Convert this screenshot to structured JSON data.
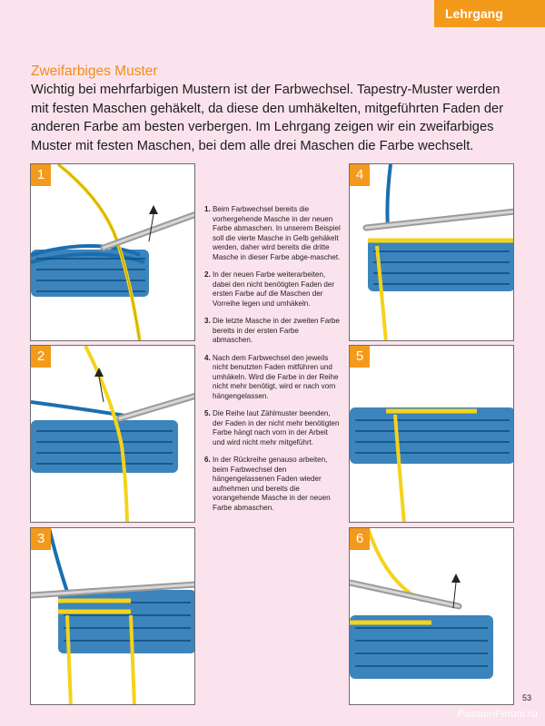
{
  "header": {
    "tab_label": "Lehrgang"
  },
  "article": {
    "heading": "Zweifarbiges Muster",
    "intro": "Wichtig bei mehrfarbigen Mustern ist der Farbwechsel. Tapestry-Muster werden mit festen Maschen gehäkelt, da diese den umhäkelten, mitgeführten Faden der anderen Farbe am besten verbergen. Im Lehrgang zeigen wir ein zweifarbiges Muster mit festen Maschen, bei dem alle drei Maschen die Farbe wechselt."
  },
  "figures": [
    {
      "number": "1"
    },
    {
      "number": "2"
    },
    {
      "number": "3"
    },
    {
      "number": "4"
    },
    {
      "number": "5"
    },
    {
      "number": "6"
    }
  ],
  "steps": [
    {
      "number": "1.",
      "text": "Beim Farbwechsel bereits die vorhergehende Masche in der neuen Farbe abmaschen. In unserem Beispiel soll die vierte Masche in Gelb gehäkelt werden, daher wird bereits die dritte Masche in dieser Farbe abge-maschet."
    },
    {
      "number": "2.",
      "text": "In der neuen Farbe weiterarbeiten, dabei den nicht benötigten Faden der ersten Farbe auf die Maschen der Vorreihe legen und umhäkeln."
    },
    {
      "number": "3.",
      "text": "Die letzte Masche in der zweiten Farbe bereits in der ersten Farbe abmaschen."
    },
    {
      "number": "4.",
      "text": "Nach dem Farbwechsel den jeweils nicht benutzten Faden mitführen und umhäkeln. Wird die Farbe in der Reihe nicht mehr benötigt, wird er nach vorn hängengelassen."
    },
    {
      "number": "5.",
      "text": "Die Reihe laut Zählmuster beenden, der Faden in der nicht mehr benötigten Farbe hängt nach vorn in der Arbeit und wird nicht mehr mitgeführt."
    },
    {
      "number": "6.",
      "text": "In der Rückreihe genauso arbeiten, beim Farbwechsel den hängengelassenen Faden wieder aufnehmen und bereits die vorangehende Masche in der neuen Farbe abmaschen."
    }
  ],
  "footer": {
    "page_number": "53",
    "watermark": "PassionForum.ru"
  },
  "colors": {
    "blue": "#1a6fb0",
    "yellow": "#f5d21c",
    "orange": "#f39a1c",
    "background": "#fbe3ee"
  }
}
